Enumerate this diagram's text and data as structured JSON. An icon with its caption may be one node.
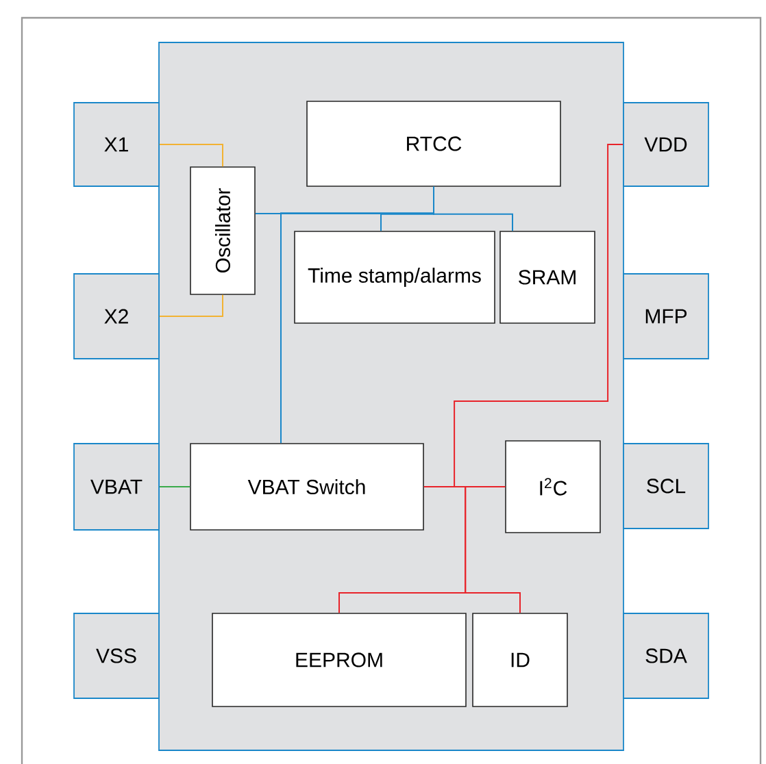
{
  "diagram": {
    "nodes": [
      {
        "text": [],
        "shape": "box"
      },
      {
        "text": [
          "X1"
        ]
      },
      {
        "text": [
          "X2"
        ]
      },
      {
        "text": [
          "VBAT"
        ]
      },
      {
        "text": [
          "VSS"
        ]
      },
      {
        "text": [
          "VDD"
        ]
      },
      {
        "text": [
          "MFP"
        ]
      },
      {
        "text": [
          "SCL"
        ]
      },
      {
        "text": [
          "SDA"
        ]
      },
      {
        "text": [
          "Oscillator"
        ],
        "in": 0
      },
      {
        "text": [
          "RTCC"
        ],
        "in": 0
      },
      {
        "text": [
          "Time stamp/alarms"
        ],
        "in": 0
      },
      {
        "text": [
          "SRAM"
        ],
        "in": 0
      },
      {
        "text": [
          "VBAT Switch"
        ],
        "in": 0
      },
      {
        "text": [
          "I$^{2}$C"
        ],
        "in": 0
      },
      {
        "text": [
          "EEPROM"
        ],
        "in": 0
      },
      {
        "text": [
          "ID"
        ],
        "in": 0
      }
    ],
    "edges": [
      {
        "from": 1,
        "to": 9,
        "arrow": "none",
        "color": "#f2b233"
      },
      {
        "from": 2,
        "to": 9,
        "arrow": "none",
        "color": "#f2b233"
      },
      {
        "from": 9,
        "to": 10,
        "arrow": "none"
      },
      {
        "from": 10,
        "to": 11,
        "arrow": "none"
      },
      {
        "from": 10,
        "to": 12,
        "arrow": "none"
      },
      {
        "from": 13,
        "to": 10,
        "arrow": "none"
      },
      {
        "from": 3,
        "to": 13,
        "arrow": "none",
        "color": "#3aaa4a"
      },
      {
        "from": 5,
        "to": 13,
        "arrow": "none",
        "color": "#e8232a"
      },
      {
        "from": 13,
        "to": 14,
        "arrow": "none",
        "color": "#e8232a"
      },
      {
        "from": 14,
        "to": 15,
        "arrow": "none",
        "color": "#e8232a"
      },
      {
        "from": 14,
        "to": 16,
        "arrow": "none",
        "color": "#e8232a"
      }
    ]
  }
}
